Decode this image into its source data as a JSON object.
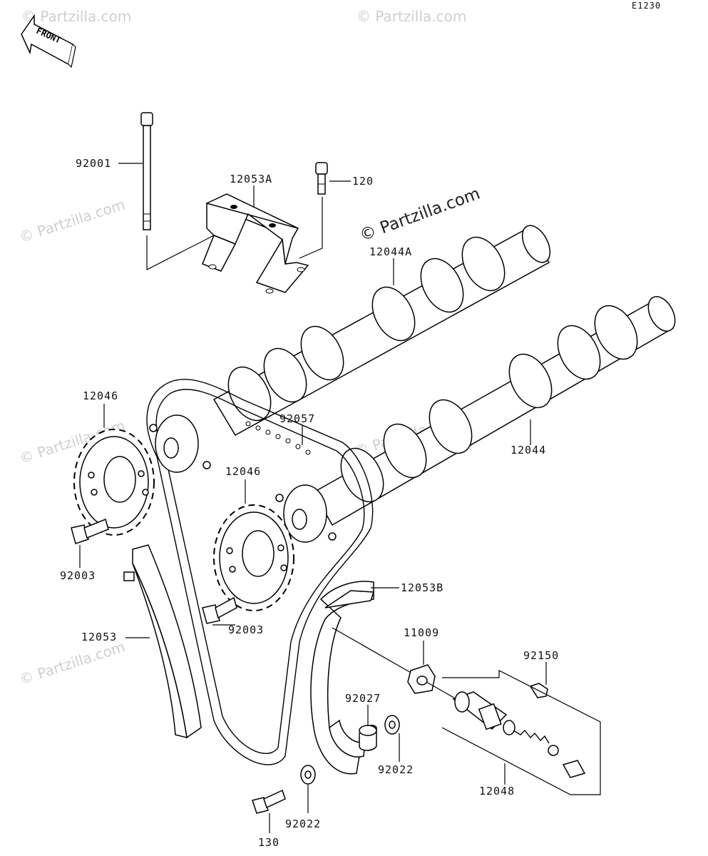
{
  "diagram_code": "E1230",
  "front_label": "FRONT",
  "watermark_main": "© Partzilla.com",
  "watermark_faint": "© Partzilla.com",
  "parts": {
    "p92001": "92001",
    "p12053A": "12053A",
    "p120": "120",
    "p12044A": "12044A",
    "p12046_top": "12046",
    "p92057": "92057",
    "p12044": "12044",
    "p12046_mid": "12046",
    "p92003_left": "92003",
    "p12053B": "12053B",
    "p92003_mid": "92003",
    "p11009": "11009",
    "p12053": "12053",
    "p92150": "92150",
    "p92027": "92027",
    "p92022_right": "92022",
    "p12048": "12048",
    "p92022_bottom": "92022",
    "p130": "130"
  }
}
